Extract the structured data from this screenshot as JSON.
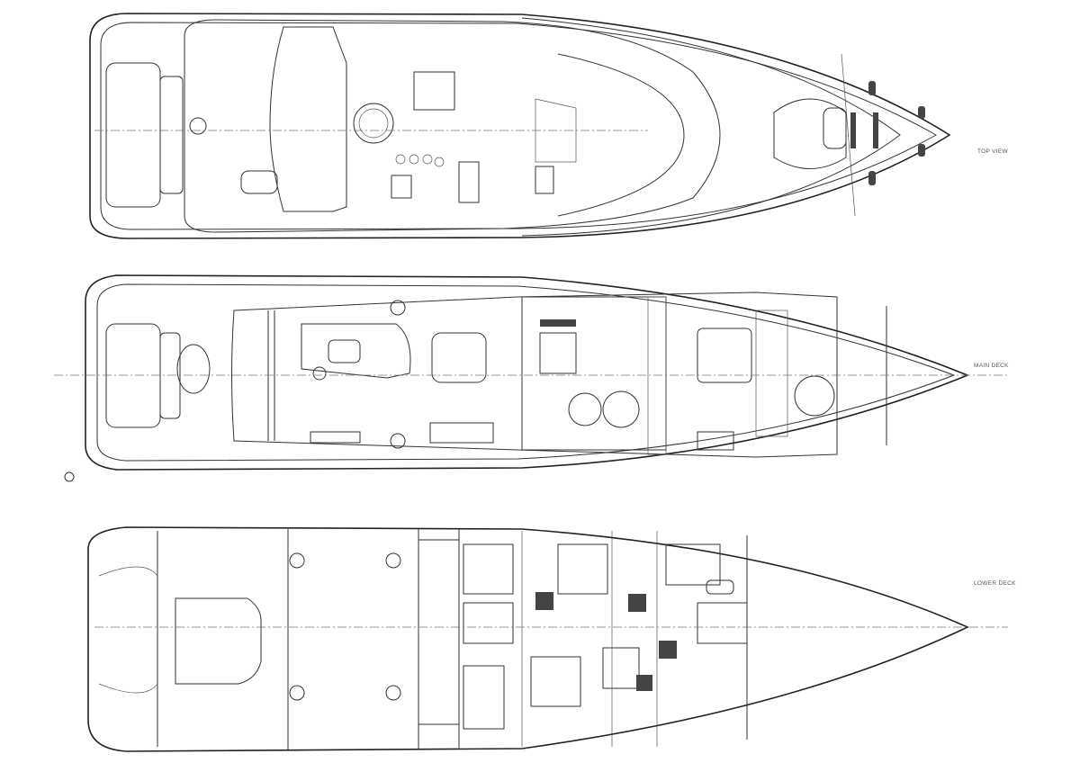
{
  "drawing": {
    "type": "yacht general arrangement plan",
    "labels": {
      "top_view": "TOP VIEW",
      "main_deck": "MAIN DECK",
      "lower_deck": "LOWER DECK"
    },
    "colors": {
      "line": "#222222",
      "background": "#ffffff"
    }
  }
}
